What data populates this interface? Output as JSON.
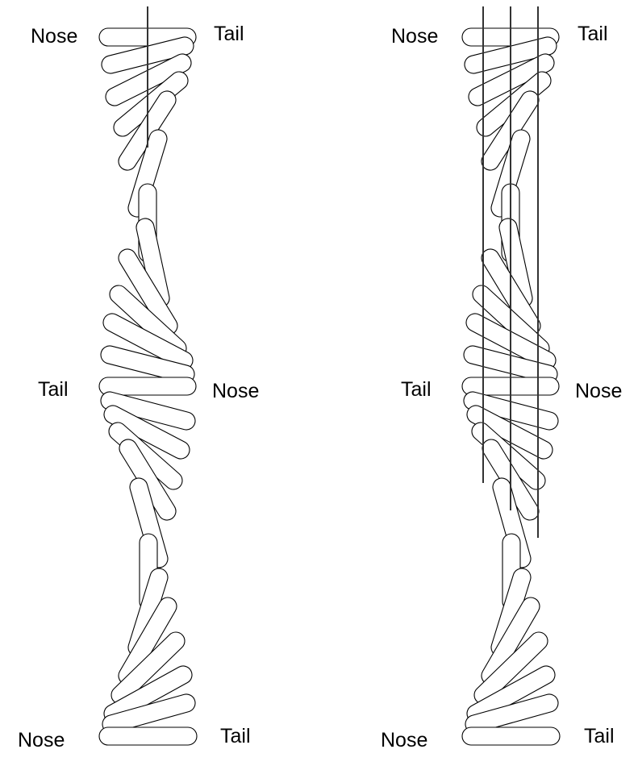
{
  "panels": [
    {
      "name": "left",
      "labels": {
        "top_left": "Nose",
        "top_right": "Tail",
        "mid_left": "Tail",
        "mid_right": "Nose",
        "bottom_left": "Nose",
        "bottom_right": "Tail"
      },
      "reference_lines": 1
    },
    {
      "name": "right",
      "labels": {
        "top_left": "Nose",
        "top_right": "Tail",
        "mid_left": "Tail",
        "mid_right": "Nose",
        "bottom_left": "Nose",
        "bottom_right": "Tail"
      },
      "reference_lines": 3
    }
  ],
  "colors": {
    "stroke": "#000000",
    "line": "#333333",
    "fill": "#ffffff"
  }
}
